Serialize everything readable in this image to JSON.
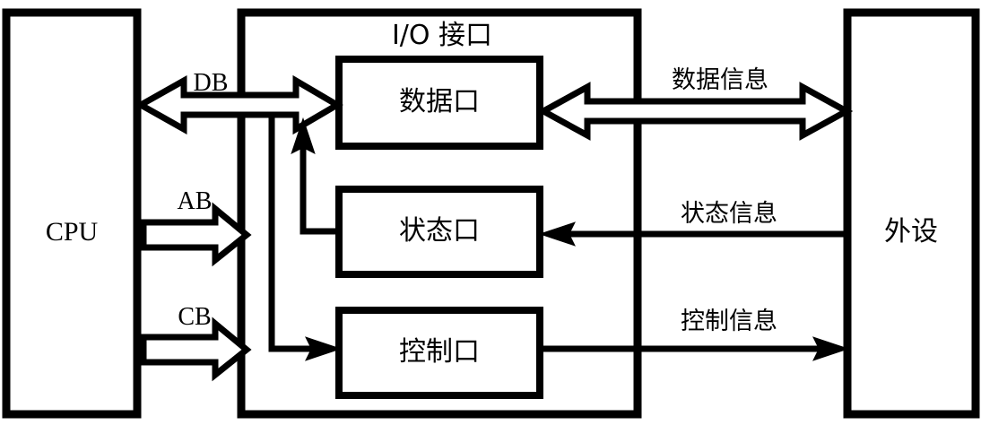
{
  "diagram": {
    "title_text": "I/O 接口",
    "blocks": {
      "cpu": {
        "label": "CPU"
      },
      "io_interface": {
        "label": "I/O 接口"
      },
      "peripheral": {
        "label": "外设"
      },
      "data_port": {
        "label": "数据口"
      },
      "status_port": {
        "label": "状态口"
      },
      "control_port": {
        "label": "控制口"
      }
    },
    "bus_labels": {
      "db": "DB",
      "ab": "AB",
      "cb": "CB"
    },
    "signal_labels": {
      "data_info": "数据信息",
      "status_info": "状态信息",
      "control_info": "控制信息"
    },
    "colors": {
      "stroke": "#000000",
      "fill": "#ffffff",
      "background": "#ffffff"
    }
  }
}
